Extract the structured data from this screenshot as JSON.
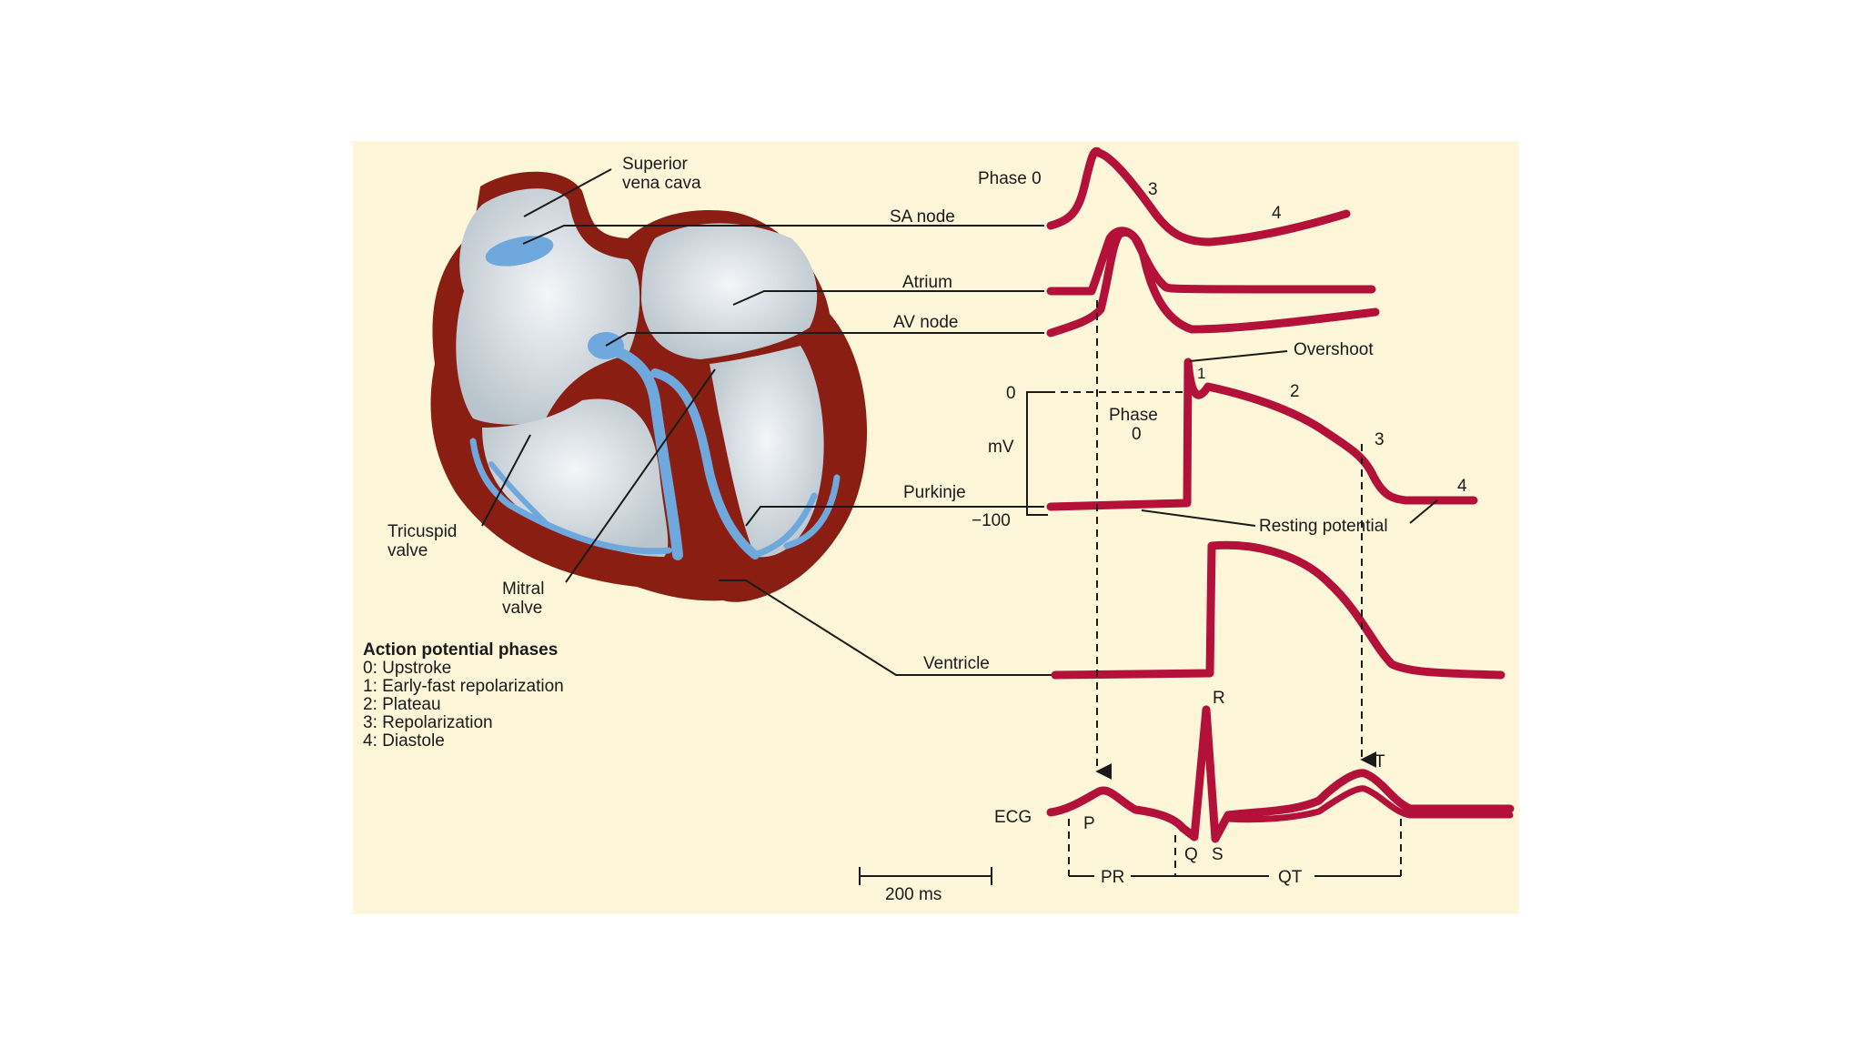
{
  "colors": {
    "panel_bg": "#fdf6d8",
    "heart_wall": "#8b1e12",
    "chamber": "#d6dde3",
    "conduction": "#6fa8dc",
    "trace": "#b3103a"
  },
  "heart_labels": {
    "svc_line1": "Superior",
    "svc_line2": "vena cava",
    "tricuspid_line1": "Tricuspid",
    "tricuspid_line2": "valve",
    "mitral_line1": "Mitral",
    "mitral_line2": "valve"
  },
  "trace_labels": {
    "sa_node": "SA node",
    "atrium": "Atrium",
    "av_node": "AV node",
    "purkinje": "Purkinje",
    "ventricle": "Ventricle",
    "ecg": "ECG"
  },
  "sa_trace": {
    "phase0": "Phase 0",
    "phase3": "3",
    "phase4": "4"
  },
  "purkinje_trace": {
    "overshoot": "Overshoot",
    "phase1": "1",
    "phase2": "2",
    "phase3": "3",
    "phase4": "4",
    "phase0_line1": "Phase",
    "phase0_line2": "0",
    "resting": "Resting potential",
    "axis_unit": "mV",
    "axis_top": "0",
    "axis_bottom": "−100"
  },
  "ecg": {
    "p": "P",
    "q": "Q",
    "r": "R",
    "s": "S",
    "t": "T",
    "pr": "PR",
    "qt": "QT"
  },
  "scale_bar": "200 ms",
  "legend": {
    "title": "Action potential phases",
    "items": [
      "0:  Upstroke",
      "1:  Early-fast repolarization",
      "2:  Plateau",
      "3:  Repolarization",
      "4:  Diastole"
    ]
  }
}
